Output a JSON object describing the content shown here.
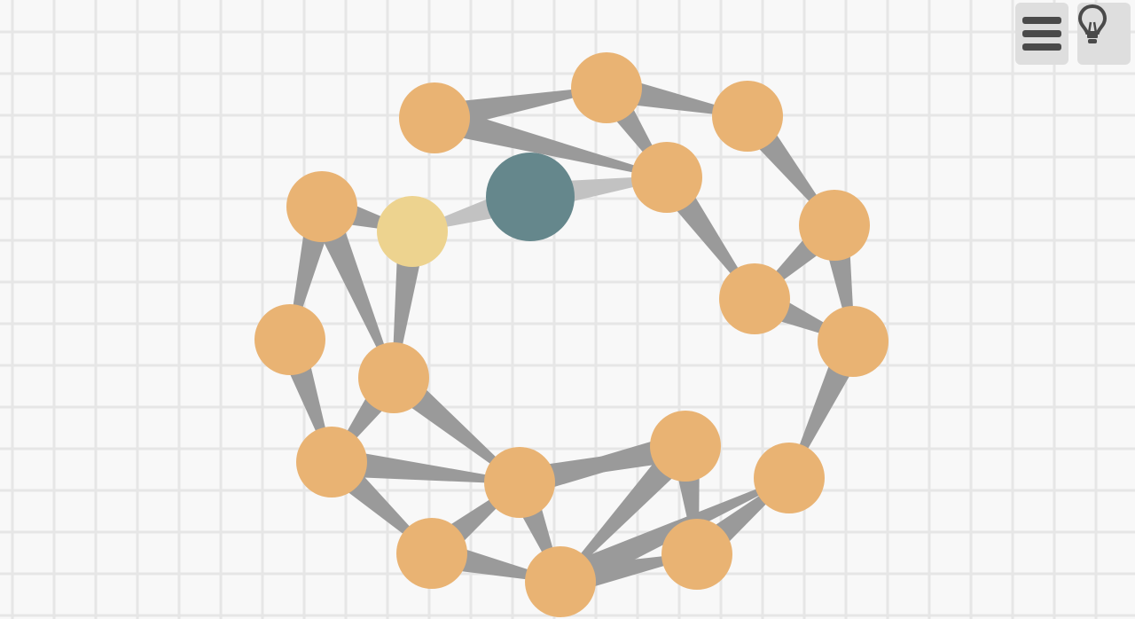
{
  "game": {
    "name": "graph-untangle",
    "colors": {
      "background": "#f8f8f8",
      "grid": "#e6e6e6",
      "edge": "#9a9a9a",
      "edge_highlight": "#c2c2c2",
      "node": "#e9b373",
      "node_neighbor": "#edd38f",
      "node_selected": "#65878c",
      "icon": "#4a4a4a",
      "button_bg": "#dedede"
    }
  },
  "toolbar": {
    "menu_icon": "menu-icon",
    "hint_icon": "lightbulb-icon"
  },
  "graph": {
    "selected_node": "n3",
    "nodes": [
      {
        "id": "n0",
        "state": "normal"
      },
      {
        "id": "n1",
        "state": "normal"
      },
      {
        "id": "n2",
        "state": "normal"
      },
      {
        "id": "n3",
        "state": "selected"
      },
      {
        "id": "n4",
        "state": "normal"
      },
      {
        "id": "n5",
        "state": "normal"
      },
      {
        "id": "n6",
        "state": "neighbor"
      },
      {
        "id": "n7",
        "state": "normal"
      },
      {
        "id": "n8",
        "state": "normal"
      },
      {
        "id": "n9",
        "state": "normal"
      },
      {
        "id": "n10",
        "state": "normal"
      },
      {
        "id": "n11",
        "state": "normal"
      },
      {
        "id": "n12",
        "state": "normal"
      },
      {
        "id": "n13",
        "state": "normal"
      },
      {
        "id": "n14",
        "state": "normal"
      },
      {
        "id": "n15",
        "state": "normal"
      },
      {
        "id": "n16",
        "state": "normal"
      },
      {
        "id": "n17",
        "state": "normal"
      },
      {
        "id": "n18",
        "state": "normal"
      }
    ],
    "edges": [
      [
        "n0",
        "n1"
      ],
      [
        "n1",
        "n2"
      ],
      [
        "n0",
        "n4"
      ],
      [
        "n1",
        "n4"
      ],
      [
        "n2",
        "n10"
      ],
      [
        "n4",
        "n9"
      ],
      [
        "n10",
        "n9"
      ],
      [
        "n10",
        "n11"
      ],
      [
        "n9",
        "n11"
      ],
      [
        "n5",
        "n6"
      ],
      [
        "n5",
        "n7"
      ],
      [
        "n5",
        "n8"
      ],
      [
        "n6",
        "n8"
      ],
      [
        "n8",
        "n13"
      ],
      [
        "n8",
        "n12"
      ],
      [
        "n7",
        "n12"
      ],
      [
        "n12",
        "n13"
      ],
      [
        "n13",
        "n15"
      ],
      [
        "n15",
        "n17"
      ],
      [
        "n15",
        "n16"
      ],
      [
        "n16",
        "n17"
      ],
      [
        "n14",
        "n13"
      ],
      [
        "n14",
        "n16"
      ],
      [
        "n14",
        "n15"
      ],
      [
        "n11",
        "n18"
      ],
      [
        "n18",
        "n17"
      ],
      [
        "n3",
        "n4",
        "highlight"
      ],
      [
        "n3",
        "n6",
        "highlight"
      ]
    ]
  }
}
